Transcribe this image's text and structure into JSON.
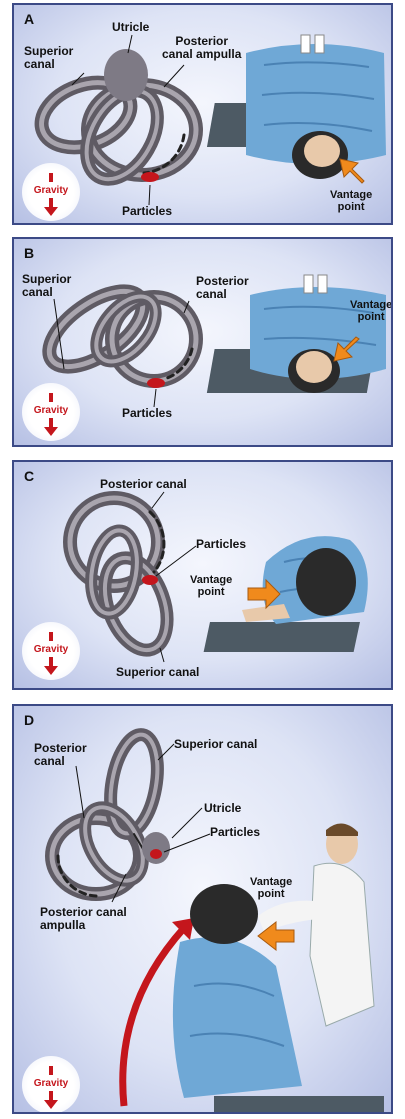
{
  "panels": [
    {
      "letter": "A",
      "gravity": "Gravity",
      "labels": {
        "superior": "Superior\ncanal",
        "utricle": "Utricle",
        "posterior": "Posterior\ncanal ampulla",
        "particles": "Particles",
        "vantage": "Vantage\npoint"
      }
    },
    {
      "letter": "B",
      "gravity": "Gravity",
      "labels": {
        "superior": "Superior\ncanal",
        "posterior": "Posterior\ncanal",
        "particles": "Particles",
        "vantage": "Vantage\npoint"
      }
    },
    {
      "letter": "C",
      "gravity": "Gravity",
      "labels": {
        "posterior": "Posterior canal",
        "particles": "Particles",
        "vantage": "Vantage\npoint",
        "superior": "Superior canal"
      }
    },
    {
      "letter": "D",
      "gravity": "Gravity",
      "labels": {
        "posterior": "Posterior\ncanal",
        "superior": "Superior canal",
        "utricle": "Utricle",
        "particles": "Particles",
        "vantage": "Vantage\npoint",
        "ampulla": "Posterior canal\nampulla"
      }
    }
  ],
  "colors": {
    "border": "#3c4a86",
    "canal": "#6b6770",
    "particles": "#c4161c",
    "arrow": "#f08a1c",
    "gown": "#6fa8d6"
  }
}
